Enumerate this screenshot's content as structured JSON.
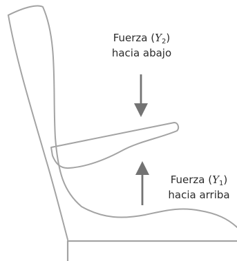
{
  "force_down": {
    "prefix": "Fuerza (",
    "symbol": "Y",
    "subscript": "2",
    "suffix": ")",
    "line2": "hacia abajo"
  },
  "force_up": {
    "prefix": "Fuerza (",
    "symbol": "Y",
    "subscript": "1",
    "suffix": ")",
    "line2": "hacia arriba"
  },
  "colors": {
    "outline": "#a3a3a3",
    "arrow": "#737373",
    "text": "#2b2b2b"
  }
}
